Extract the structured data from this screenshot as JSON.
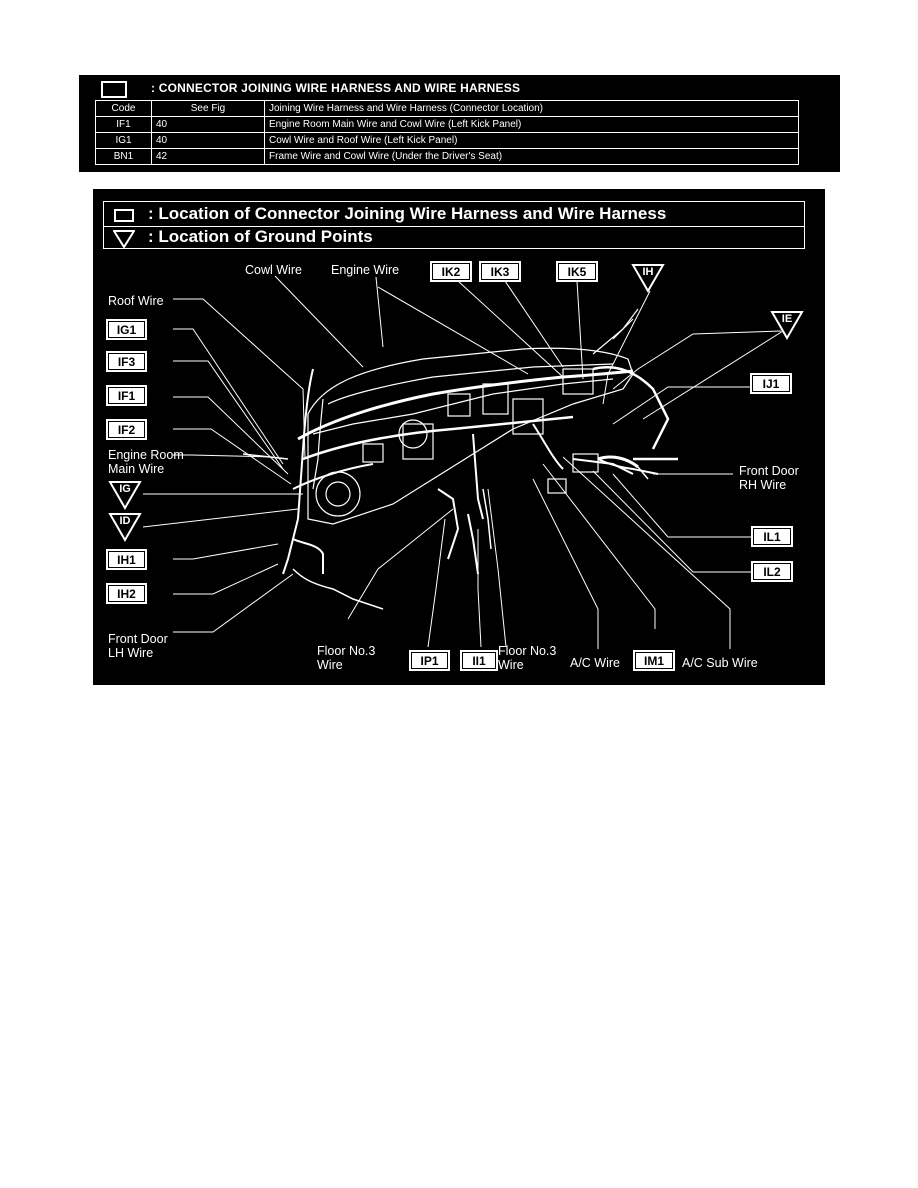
{
  "table": {
    "header": ": CONNECTOR JOINING WIRE HARNESS AND WIRE HARNESS",
    "columns": [
      "Code",
      "See Fig",
      "Joining Wire Harness and Wire Harness (Connector Location)"
    ],
    "rows": [
      {
        "code": "IF1",
        "fig": "40",
        "desc": "Engine Room Main Wire and Cowl Wire (Left Kick Panel)"
      },
      {
        "code": "IG1",
        "fig": "40",
        "desc": "Cowl Wire and Roof Wire (Left Kick Panel)"
      },
      {
        "code": "BN1",
        "fig": "42",
        "desc": "Frame Wire and Cowl Wire (Under the Driver's Seat)"
      }
    ]
  },
  "diagram": {
    "legend": {
      "connector": ": Location of Connector Joining Wire Harness and Wire Harness",
      "ground": ": Location of Ground Points"
    },
    "connectors": {
      "IG1": "IG1",
      "IF3": "IF3",
      "IF1": "IF1",
      "IF2": "IF2",
      "IH1": "IH1",
      "IH2": "IH2",
      "IK2": "IK2",
      "IK3": "IK3",
      "IK5": "IK5",
      "IJ1": "IJ1",
      "IL1": "IL1",
      "IL2": "IL2",
      "IP1": "IP1",
      "II1": "II1",
      "IM1": "IM1"
    },
    "grounds": {
      "IH": "IH",
      "IE": "IE",
      "IG": "IG",
      "ID": "ID"
    },
    "wires": {
      "cowl": "Cowl Wire",
      "engine": "Engine Wire",
      "roof": "Roof Wire",
      "engine_room_1": "Engine Room",
      "engine_room_2": "Main Wire",
      "front_door_lh_1": "Front Door",
      "front_door_lh_2": "LH Wire",
      "front_door_rh_1": "Front Door",
      "front_door_rh_2": "RH Wire",
      "floor_no3_left_1": "Floor No.3",
      "floor_no3_left_2": "Wire",
      "floor_no3_right_1": "Floor No.3",
      "floor_no3_right_2": "Wire",
      "ac": "A/C Wire",
      "ac_sub": "A/C Sub Wire"
    }
  }
}
